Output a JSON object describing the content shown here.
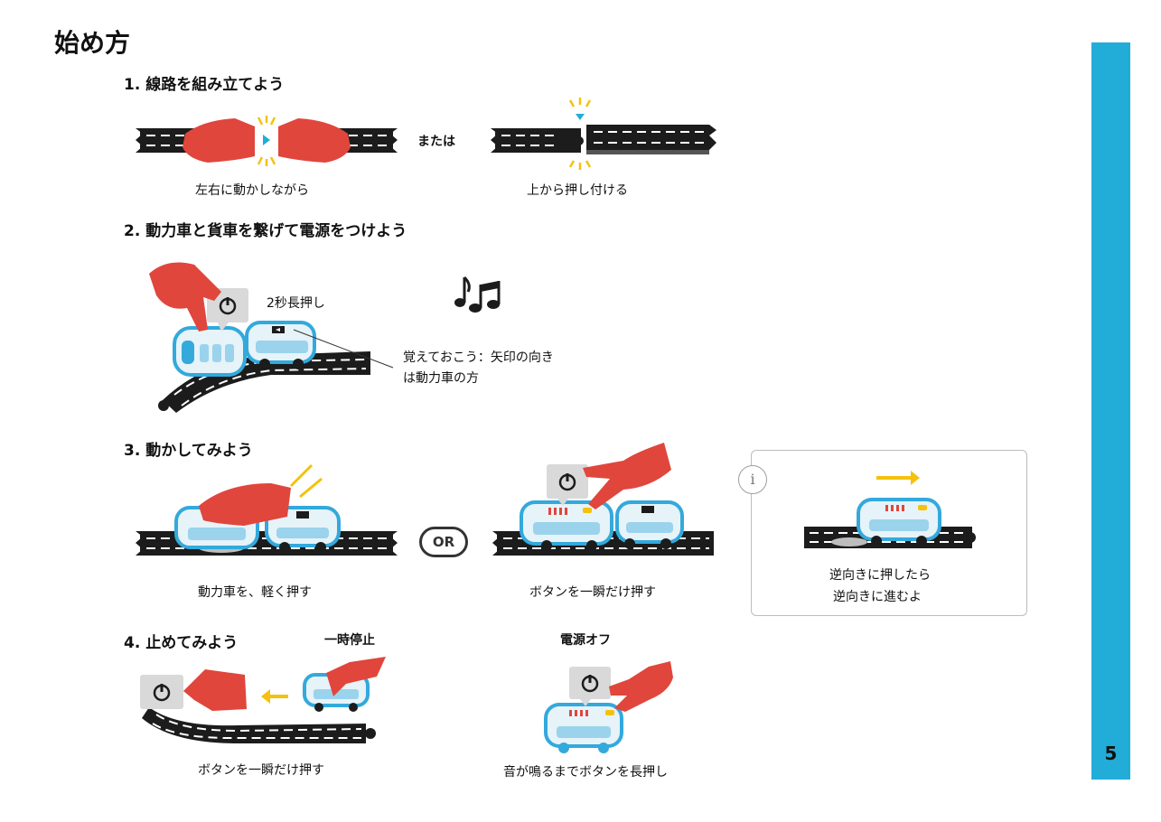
{
  "page": {
    "title": "始め方",
    "page_number": "5",
    "accent_color": "#22acd8"
  },
  "step1": {
    "heading": "1.  線路を組み立てよう",
    "or_label": "または",
    "caption_left": "左右に動かしながら",
    "caption_right": "上から押し付ける"
  },
  "step2": {
    "heading": "2.  動力車と貨車を繋げて電源をつけよう",
    "hold_label": "2秒長押し",
    "note_line1": "覚えておこう：矢印の向き",
    "note_line2": "は動力車の方"
  },
  "step3": {
    "heading": "3.  動かしてみよう",
    "or_badge": "OR",
    "caption_left": "動力車を、軽く押す",
    "caption_right": "ボタンを一瞬だけ押す",
    "info_line1": "逆向きに押したら",
    "info_line2": "逆向きに進むよ",
    "info_icon": "i"
  },
  "step4": {
    "heading": "4.  止めてみよう",
    "pause_label": "一時停止",
    "power_off_label": "電源オフ",
    "caption_left": "ボタンを一瞬だけ押す",
    "caption_right": "音が鳴るまでボタンを長押し"
  },
  "colors": {
    "hand": "#e0463c",
    "track": "#1c1c1c",
    "train_body": "#e6f3f9",
    "train_trim": "#33a9dc",
    "button_bg": "#d9d9d9",
    "spark": "#f4c20d"
  }
}
